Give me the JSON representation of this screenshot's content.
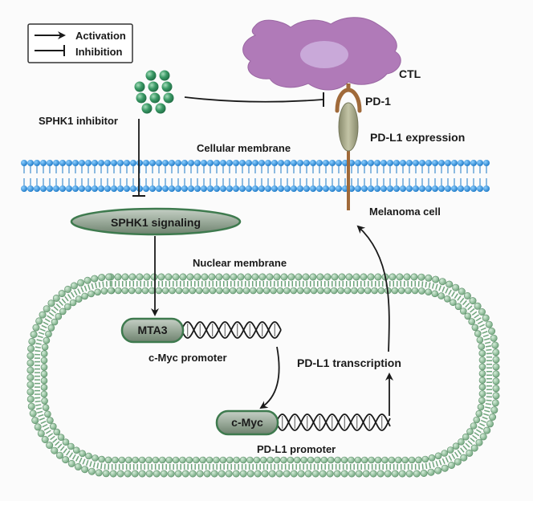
{
  "legend": {
    "activation": "Activation",
    "inhibition": "Inhibition"
  },
  "labels": {
    "ctl": "CTL",
    "pd1": "PD-1",
    "pdl1_expression": "PD-L1 expression",
    "sphk1_inhibitor": "SPHK1 inhibitor",
    "cellular_membrane": "Cellular membrane",
    "melanoma_cell": "Melanoma cell",
    "sphk1_signaling": "SPHK1 signaling",
    "nuclear_membrane": "Nuclear membrane",
    "mta3": "MTA3",
    "cmyc_promoter": "c-Myc promoter",
    "pdl1_transcription": "PD-L1 transcription",
    "cmyc": "c-Myc",
    "pdl1_promoter": "PD-L1 promoter"
  },
  "colors": {
    "ctl_body": "#b07ab8",
    "ctl_nucleus": "#c9a9d9",
    "pdl1_protein": "#a8a98c",
    "pd1_receptor": "#a06a3a",
    "membrane_head": "#2e8bd6",
    "nucleus_green": "#7fae8c",
    "inhibitor_dot": "#2e8a5a",
    "oval_fill": "#9aaa9a",
    "dna": "#222222"
  }
}
